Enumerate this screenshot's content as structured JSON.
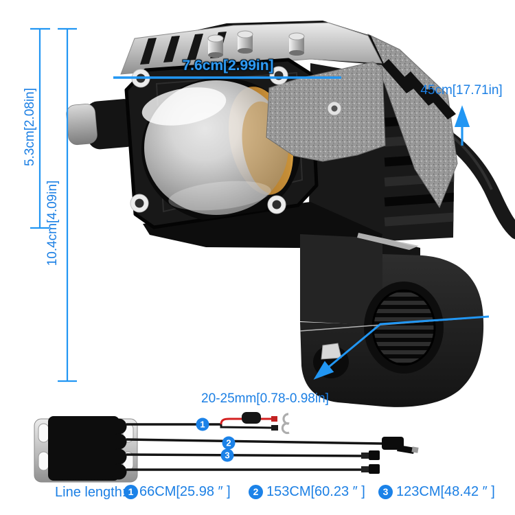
{
  "annotations": {
    "width": "7.6cm[2.99in]",
    "body_height": "5.3cm[2.08in]",
    "total_height": "10.4cm[4.09in]",
    "cable_length": "45cm[17.71in]",
    "clamp_range": "20-25mm[0.78-0.98in]"
  },
  "legend": {
    "prefix": "Line length:",
    "items": [
      {
        "number": "1",
        "length": "66CM[25.98 ″ ]"
      },
      {
        "number": "2",
        "length": "153CM[60.23 ″ ]"
      },
      {
        "number": "3",
        "length": "123CM[48.42 ″ ]"
      }
    ]
  },
  "icons": {
    "cable_arrow": "up-arrow",
    "clamp_arrow": "down-left-arrow",
    "wire_badge": "numbered-circle"
  },
  "colors": {
    "annotation_text": "#1b7fe4",
    "annotation_line": "#2196f3",
    "badge_fill": "#1b82e8",
    "fuse_wire_red": "#d42020",
    "background": "#ffffff"
  }
}
